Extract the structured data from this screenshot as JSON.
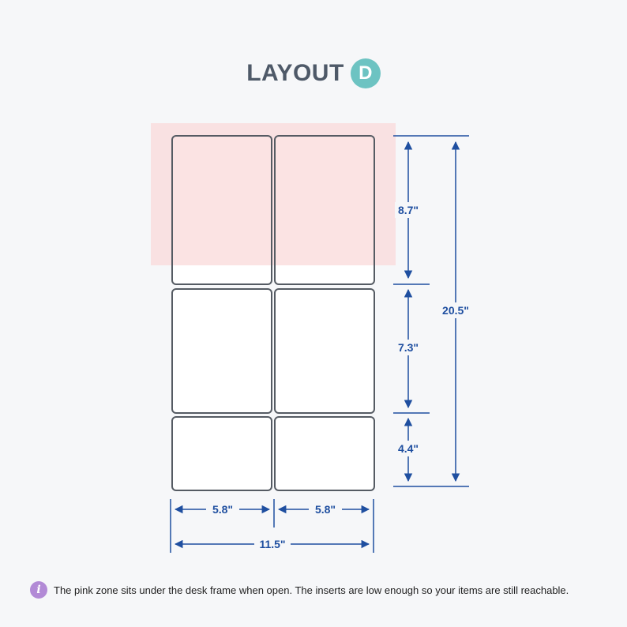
{
  "header": {
    "title": "LAYOUT",
    "badge": "D"
  },
  "diagram": {
    "zone_color": "#f9e3e3",
    "line_color": "#1f4fa0",
    "box_stroke": "#555b63",
    "vertical_dimensions": [
      "8.7\"",
      "7.3\"",
      "4.4\""
    ],
    "total_height": "20.5\"",
    "column_widths": [
      "5.8\"",
      "5.8\""
    ],
    "total_width": "11.5\""
  },
  "note": {
    "icon": "info-icon",
    "text": "The pink zone sits under the desk frame when open. The inserts are low enough so your items are still reachable."
  }
}
